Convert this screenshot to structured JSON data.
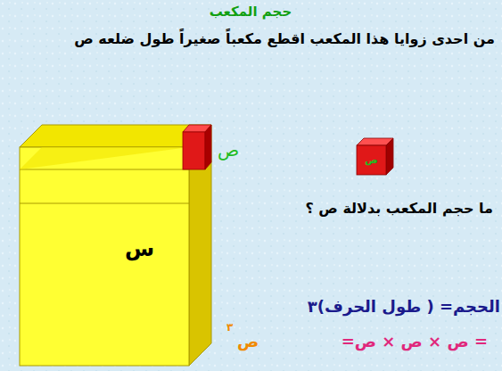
{
  "diagram": {
    "title": "حجم المكعب",
    "nodes": [
      {
        "text": [
          "س"
        ]
      },
      {
        "text": [
          "ص"
        ]
      }
    ],
    "labels": [
      "من احدى زوايا هذا المكعب اقطع مكعباً صغيراً طول ضلعه ص",
      "ص",
      "ما حجم المكعب بدلالة ص ؟",
      "الحجم= ( طول الحرف)٣",
      "= ص × ص × ص=",
      "ص",
      "٣"
    ]
  }
}
